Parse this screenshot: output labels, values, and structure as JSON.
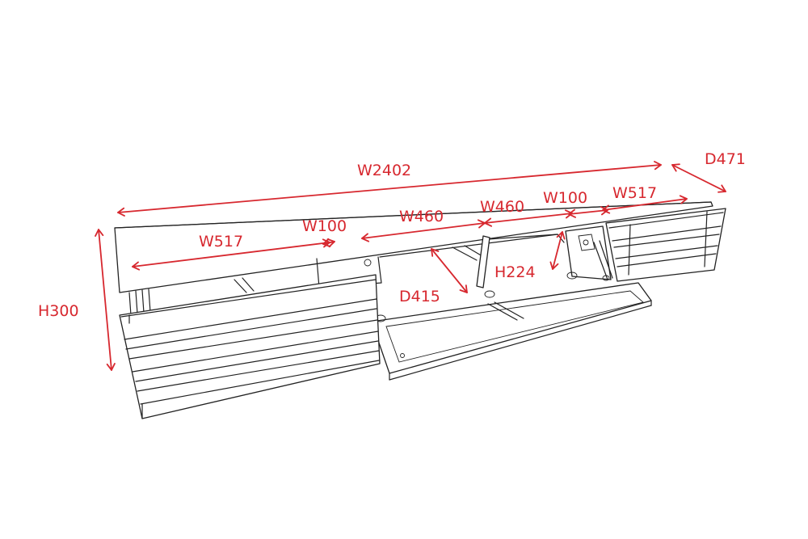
{
  "colors": {
    "dimension": "#d7282f",
    "drawing": "#222222"
  },
  "dimensions": {
    "total_width": "W2402",
    "total_depth": "D471",
    "height": "H300",
    "left_drawer_width": "W517",
    "left_partition": "W100",
    "center_left_width": "W460",
    "center_right_width": "W460",
    "right_partition": "W100",
    "right_drawer_width": "W517",
    "inner_height": "H224",
    "inner_depth": "D415"
  }
}
